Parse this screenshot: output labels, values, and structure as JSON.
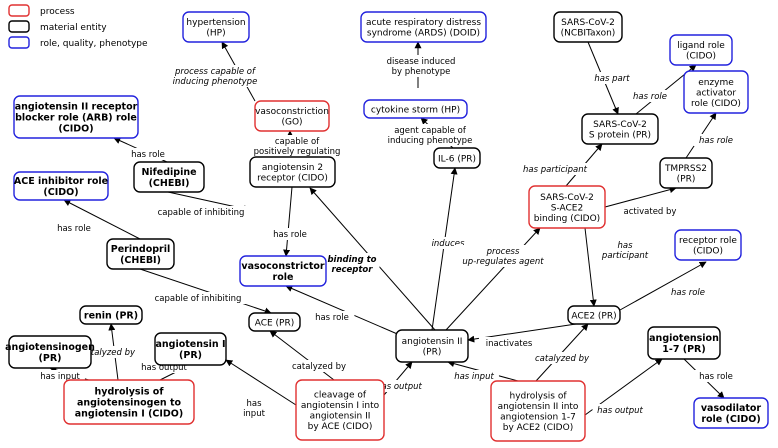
{
  "legend": [
    {
      "id": "leg-process",
      "label": "process",
      "color": "#e03030"
    },
    {
      "id": "leg-material",
      "label": "material entity",
      "color": "#000000"
    },
    {
      "id": "leg-role",
      "label": "role, quality, phenotype",
      "color": "#2222dd"
    }
  ],
  "colors": {
    "process": "#e03030",
    "material": "#000000",
    "role": "#2222dd",
    "edge": "#000000"
  },
  "nodes": [
    {
      "id": "hypertension",
      "type": "role",
      "bold": false,
      "lines": [
        "hypertension",
        "(HP)"
      ]
    },
    {
      "id": "ards",
      "type": "role",
      "bold": false,
      "lines": [
        "acute respiratory distress",
        "syndrome (ARDS) (DOID)"
      ]
    },
    {
      "id": "sars-cov-2",
      "type": "material",
      "bold": false,
      "lines": [
        "SARS-CoV-2",
        "(NCBITaxon)"
      ]
    },
    {
      "id": "ligand-role",
      "type": "role",
      "bold": false,
      "lines": [
        "ligand role",
        "(CIDO)"
      ]
    },
    {
      "id": "enzyme-activator",
      "type": "role",
      "bold": false,
      "lines": [
        "enzyme",
        "activator",
        "role (CIDO)"
      ]
    },
    {
      "id": "arb-role",
      "type": "role",
      "bold": true,
      "lines": [
        "angiotensin II receptor",
        "blocker role (ARB) role",
        "(CIDO)"
      ]
    },
    {
      "id": "vasoconstriction",
      "type": "process",
      "bold": false,
      "lines": [
        "vasoconstriction",
        "(GO)"
      ]
    },
    {
      "id": "cytokine-storm",
      "type": "role",
      "bold": false,
      "lines": [
        "cytokine storm (HP)"
      ]
    },
    {
      "id": "spike-protein",
      "type": "material",
      "bold": false,
      "lines": [
        "SARS-CoV-2",
        "S protein (PR)"
      ]
    },
    {
      "id": "nifedipine",
      "type": "material",
      "bold": true,
      "lines": [
        "Nifedipine",
        "(CHEBI)"
      ]
    },
    {
      "id": "ace-inhibitor-role",
      "type": "role",
      "bold": true,
      "lines": [
        "ACE inhibitor role",
        "(CIDO)"
      ]
    },
    {
      "id": "at2-receptor",
      "type": "material",
      "bold": false,
      "lines": [
        "angiotensin 2",
        "receptor (CIDO)"
      ]
    },
    {
      "id": "il6",
      "type": "material",
      "bold": false,
      "lines": [
        "IL-6 (PR)"
      ]
    },
    {
      "id": "tmprss2",
      "type": "material",
      "bold": false,
      "lines": [
        "TMPRSS2",
        "(PR)"
      ]
    },
    {
      "id": "spike-ace2-binding",
      "type": "process",
      "bold": false,
      "lines": [
        "SARS-CoV-2",
        "S-ACE2",
        "binding (CIDO)"
      ]
    },
    {
      "id": "perindopril",
      "type": "material",
      "bold": true,
      "lines": [
        "Perindopril",
        "(CHEBI)"
      ]
    },
    {
      "id": "vasoconstrictor-role",
      "type": "role",
      "bold": true,
      "lines": [
        "vasoconstrictor",
        "role"
      ]
    },
    {
      "id": "receptor-role",
      "type": "role",
      "bold": false,
      "lines": [
        "receptor role",
        "(CIDO)"
      ]
    },
    {
      "id": "renin",
      "type": "material",
      "bold": true,
      "lines": [
        "renin (PR)"
      ]
    },
    {
      "id": "ace",
      "type": "material",
      "bold": false,
      "lines": [
        "ACE (PR)"
      ]
    },
    {
      "id": "ace2",
      "type": "material",
      "bold": false,
      "lines": [
        "ACE2 (PR)"
      ]
    },
    {
      "id": "angiotensinogen",
      "type": "material",
      "bold": true,
      "lines": [
        "angiotensinogen",
        "(PR)"
      ]
    },
    {
      "id": "angiotensin-i",
      "type": "material",
      "bold": true,
      "lines": [
        "angiotensin I",
        "(PR)"
      ]
    },
    {
      "id": "angiotensin-ii",
      "type": "material",
      "bold": false,
      "lines": [
        "angiotensin II",
        "(PR)"
      ]
    },
    {
      "id": "angiotensin-1-7",
      "type": "material",
      "bold": true,
      "lines": [
        "angiotension",
        "1-7 (PR)"
      ]
    },
    {
      "id": "hydrolysis-angiotensinogen",
      "type": "process",
      "bold": true,
      "lines": [
        "hydrolysis of",
        "angiotensinogen to",
        "angiotensin I (CIDO)"
      ]
    },
    {
      "id": "cleavage-angiotensin-i",
      "type": "process",
      "bold": false,
      "lines": [
        "cleavage of",
        "angiotensin I into",
        "angiotensin II",
        "by ACE (CIDO)"
      ]
    },
    {
      "id": "hydrolysis-angiotensin-ii",
      "type": "process",
      "bold": false,
      "lines": [
        "hydrolysis of",
        "angiotensin II into",
        "angiotension 1-7",
        "by ACE2 (CIDO)"
      ]
    },
    {
      "id": "vasodilator-role",
      "type": "role",
      "bold": true,
      "lines": [
        "vasodilator",
        "role (CIDO)"
      ]
    }
  ],
  "edges": [
    {
      "id": "e-vaso-hyper",
      "lines": [
        "process capable of",
        "inducing phenotype"
      ],
      "style": "italic"
    },
    {
      "id": "e-ards-storm",
      "lines": [
        "disease induced",
        "by phenotype"
      ],
      "style": "normal"
    },
    {
      "id": "e-il6-storm",
      "lines": [
        "agent capable of",
        "inducing phenotype"
      ],
      "style": "normal"
    },
    {
      "id": "e-sars-spike",
      "lines": [
        "has part"
      ],
      "style": "italic"
    },
    {
      "id": "e-spike-ligand",
      "lines": [
        "has role"
      ],
      "style": "italic"
    },
    {
      "id": "e-tmprss-enzyme",
      "lines": [
        "has role"
      ],
      "style": "italic"
    },
    {
      "id": "e-nif-arb",
      "lines": [
        "has role"
      ],
      "style": "normal"
    },
    {
      "id": "e-at2r-vaso",
      "lines": [
        "capable of",
        "positively regulating"
      ],
      "style": "normal"
    },
    {
      "id": "e-binding-spike",
      "lines": [
        "has participant"
      ],
      "style": "italic"
    },
    {
      "id": "e-binding-tmprss",
      "lines": [
        "activated by"
      ],
      "style": "normal"
    },
    {
      "id": "e-nif-at2r",
      "lines": [
        "capable of inhibiting"
      ],
      "style": "normal"
    },
    {
      "id": "e-per-aceinh",
      "lines": [
        "has role"
      ],
      "style": "normal"
    },
    {
      "id": "e-at2r-vcrole",
      "lines": [
        "has role"
      ],
      "style": "normal"
    },
    {
      "id": "e-angii-at2r",
      "lines": [
        "binding to",
        "receptor"
      ],
      "style": "bolditalic"
    },
    {
      "id": "e-angii-il6",
      "lines": [
        "induces"
      ],
      "style": "italic"
    },
    {
      "id": "e-angii-binding",
      "lines": [
        "process",
        "up-regulates agent"
      ],
      "style": "italic"
    },
    {
      "id": "e-binding-ace2",
      "lines": [
        "has",
        "participant"
      ],
      "style": "italic"
    },
    {
      "id": "e-per-ace",
      "lines": [
        "capable of inhibiting"
      ],
      "style": "normal"
    },
    {
      "id": "e-angii-vcrole",
      "lines": [
        "has role"
      ],
      "style": "normal"
    },
    {
      "id": "e-ace2-receptor",
      "lines": [
        "has role"
      ],
      "style": "italic"
    },
    {
      "id": "e-ace2-angii",
      "lines": [
        "inactivates"
      ],
      "style": "normal"
    },
    {
      "id": "e-hyd2-ace2",
      "lines": [
        "catalyzed by"
      ],
      "style": "italic"
    },
    {
      "id": "e-a17-vasodil",
      "lines": [
        "has role"
      ],
      "style": "normal"
    },
    {
      "id": "e-hydA-angiotensinogen",
      "lines": [
        "has input"
      ],
      "style": "normal"
    },
    {
      "id": "e-hydA-renin",
      "lines": [
        "catalyzed by"
      ],
      "style": "italic"
    },
    {
      "id": "e-hydA-angi",
      "lines": [
        "has output"
      ],
      "style": "normal"
    },
    {
      "id": "e-cleav-angi",
      "lines": [
        "has",
        "input"
      ],
      "style": "normal"
    },
    {
      "id": "e-cleav-ace",
      "lines": [
        "catalyzed by"
      ],
      "style": "normal"
    },
    {
      "id": "e-cleav-angii",
      "lines": [
        "has output"
      ],
      "style": "italic"
    },
    {
      "id": "e-hyd2-angii",
      "lines": [
        "has input"
      ],
      "style": "italic"
    },
    {
      "id": "e-hyd2-a17",
      "lines": [
        "has output"
      ],
      "style": "italic"
    }
  ]
}
